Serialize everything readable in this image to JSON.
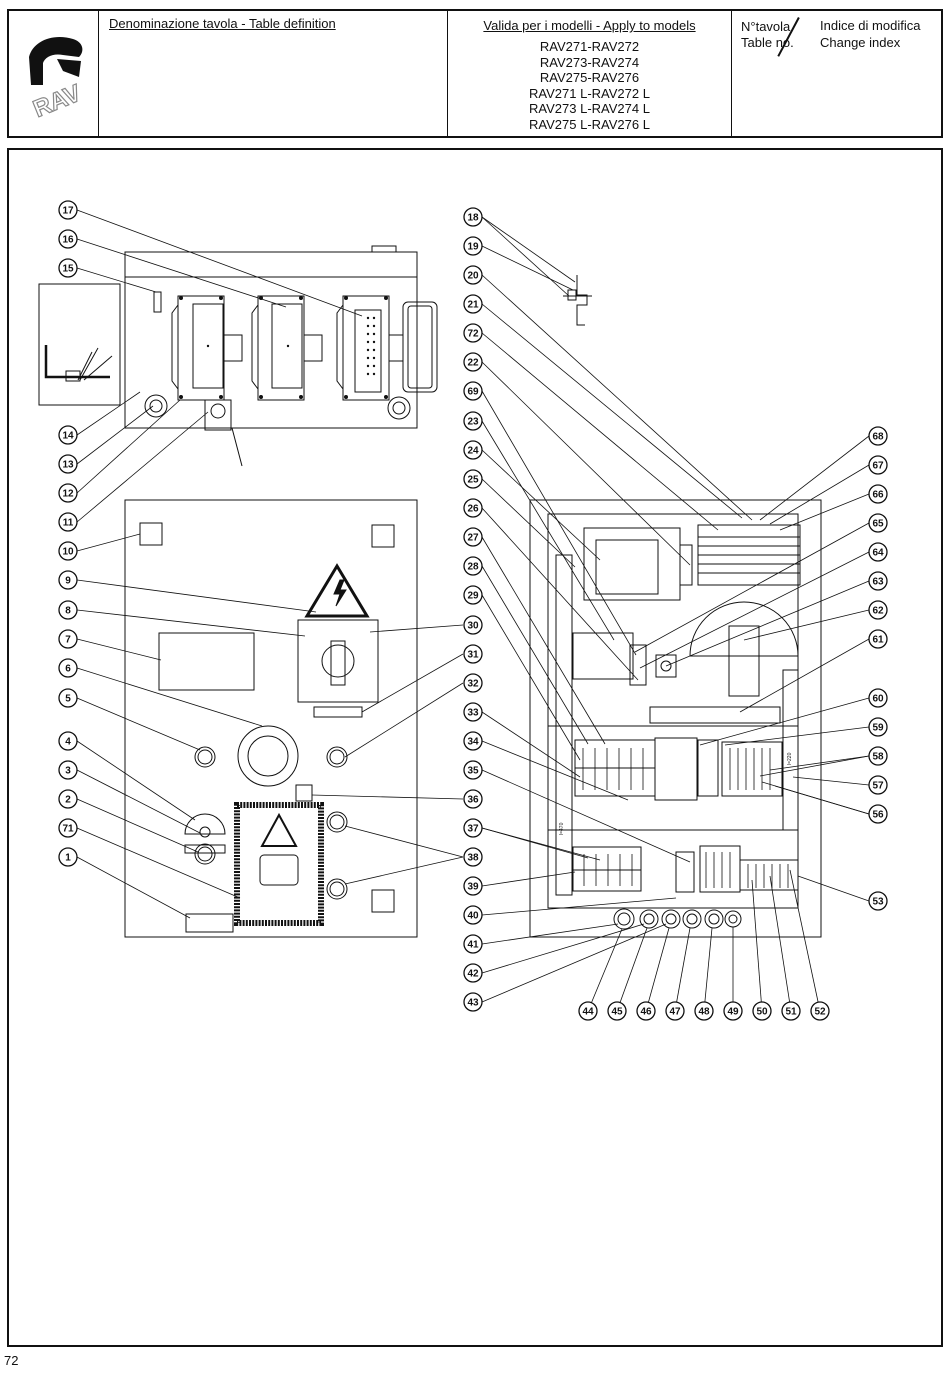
{
  "header": {
    "table_definition_label": "Denominazione tavola - Table definition",
    "models_label": "Valida per i modelli - Apply to models",
    "models": [
      "RAV271-RAV272",
      "RAV273-RAV274",
      "RAV275-RAV276",
      "RAV271 L-RAV272 L",
      "RAV273 L-RAV274 L",
      "RAV275 L-RAV276 L"
    ],
    "table_no_label_it": "N°tavola",
    "table_no_label_en": "Table no.",
    "change_index_it": "Indice di modifica",
    "change_index_en": "Change index",
    "logo_text": "RAV"
  },
  "page_number": "72",
  "callouts": {
    "left_column": [
      "17",
      "16",
      "15",
      "14",
      "13",
      "12",
      "11",
      "10",
      "9",
      "8",
      "7",
      "6",
      "5",
      "4",
      "3",
      "2",
      "71",
      "1"
    ],
    "center_column": [
      "18",
      "19",
      "20",
      "21",
      "72",
      "22",
      "69",
      "23",
      "24",
      "25",
      "26",
      "27",
      "28",
      "29",
      "30",
      "31",
      "32",
      "33",
      "34",
      "35",
      "36",
      "37",
      "38",
      "39",
      "40",
      "41",
      "42",
      "43"
    ],
    "right_column": [
      "68",
      "67",
      "66",
      "65",
      "64",
      "63",
      "62",
      "61",
      "60",
      "59",
      "58",
      "57",
      "56",
      "53"
    ],
    "bottom_row": [
      "44",
      "45",
      "46",
      "47",
      "48",
      "49",
      "50",
      "51",
      "52"
    ]
  }
}
